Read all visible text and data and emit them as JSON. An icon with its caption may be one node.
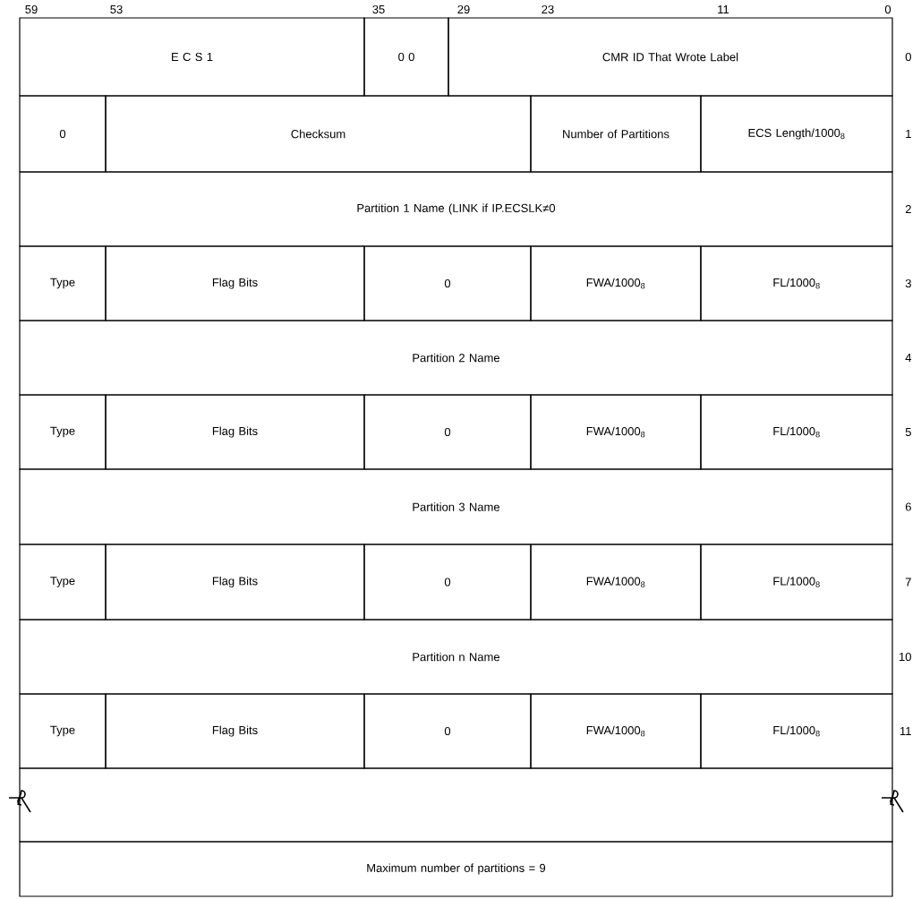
{
  "diagram": {
    "nodes": [
      {
        "text": [
          "E C S 1"
        ]
      },
      {
        "text": [
          "0 0"
        ]
      },
      {
        "text": [
          "CMR ID That Wrote Label"
        ]
      },
      {
        "text": [
          "0"
        ]
      },
      {
        "text": [
          "Checksum"
        ]
      },
      {
        "text": [
          "Number of Partitions"
        ]
      },
      {
        "text": [
          "ECS Length/1000$_{8}$"
        ]
      },
      {
        "text": [
          "Partition 1 Name (LINK if IP.ECSLK≠0"
        ]
      },
      {
        "text": [
          "Type"
        ]
      },
      {
        "text": [
          "Flag Bits"
        ]
      },
      {
        "text": [
          "0"
        ]
      },
      {
        "text": [
          "FWA/1000$_{8}$"
        ]
      },
      {
        "text": [
          "FL/1000$_{8}$"
        ]
      },
      {
        "text": [
          "Partition 2 Name"
        ]
      },
      {
        "text": [
          "Type"
        ]
      },
      {
        "text": [
          "Flag Bits"
        ]
      },
      {
        "text": [
          "0"
        ]
      },
      {
        "text": [
          "FWA/1000$_{8}$"
        ]
      },
      {
        "text": [
          "FL/1000$_{8}$"
        ]
      },
      {
        "text": [
          "Partition 3 Name"
        ]
      },
      {
        "text": [
          "Type"
        ]
      },
      {
        "text": [
          "Flag Bits"
        ]
      },
      {
        "text": [
          "0"
        ]
      },
      {
        "text": [
          "FWA/1000$_{8}$"
        ]
      },
      {
        "text": [
          "FL/1000$_{8}$"
        ]
      },
      {
        "text": [
          "Partition n Name"
        ]
      },
      {
        "text": [
          "Type"
        ]
      },
      {
        "text": [
          "Flag Bits"
        ]
      },
      {
        "text": [
          "0"
        ]
      },
      {
        "text": [
          "FWA/1000$_{8}$"
        ]
      },
      {
        "text": [
          "FL/1000$_{8}$"
        ]
      },
      {
        "text": [],
        "shape": "box"
      },
      {
        "text": [
          "Maximum number of partitions = 9"
        ]
      }
    ],
    "labels": [
      "59",
      "53",
      "35",
      "29",
      "23",
      "11",
      "0",
      "0",
      "1",
      "2",
      "3",
      "4",
      "5",
      "6",
      "7",
      "10",
      "11"
    ]
  }
}
